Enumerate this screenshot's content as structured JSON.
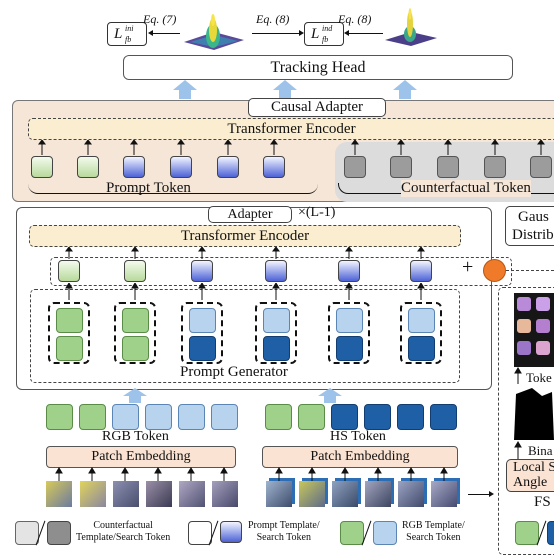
{
  "top": {
    "eq_left": "Eq. (7)",
    "eq_mid": "Eq. (8)",
    "eq_right": "Eq. (8)",
    "loss_ini_base": "L",
    "loss_ini_sup": "ini",
    "loss_ini_sub": "fb",
    "loss_ind_base": "L",
    "loss_ind_sup": "ind",
    "loss_ind_sub": "fb"
  },
  "tracking_head": {
    "label": "Tracking Head"
  },
  "causal_adapter": {
    "title": "Causal Adapter",
    "encoder": "Transformer Encoder",
    "prompt_token": "Prompt Token",
    "counterfactual_token": "Counterfactual Token"
  },
  "adapter": {
    "title": "Adapter",
    "repeat": "×(L-1)",
    "encoder": "Transformer Encoder",
    "generator": "Prompt Generator",
    "plus": "+"
  },
  "right_panel": {
    "gauss_line1": "Gaus",
    "gauss_line2": "Distrib",
    "token_label": "Toke",
    "binary_label": "Bina",
    "local_line1": "Local S",
    "local_line2": "Angle",
    "fs_label": "FS"
  },
  "rgb_branch": {
    "token_label": "RGB Token",
    "patch": "Patch Embedding"
  },
  "hs_branch": {
    "token_label": "HS Token",
    "patch": "Patch Embedding"
  },
  "legend": {
    "item1": "Counterfactual\nTemplate/Search Token",
    "item2": "Prompt Template/\nSearch Token",
    "item3": "RGB Template/\nSearch Token"
  },
  "colors": {
    "causal_bg": "#f6e6d8",
    "encoder_bg": "#fbeed0",
    "head_border": "#555555",
    "arrow_blue": "#8fb8e6",
    "orange_dot": "#ef7b2a",
    "patch_bg": "#fbe3d3"
  }
}
